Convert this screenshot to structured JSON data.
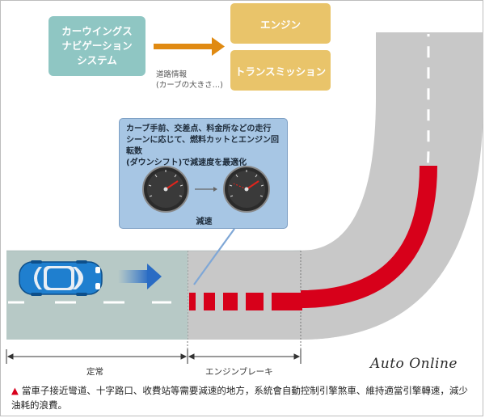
{
  "nav_box": {
    "label": "カーウイングス\nナビゲーション\nシステム"
  },
  "engine_box": {
    "label": "エンジン"
  },
  "transmission_box": {
    "label": "トランスミッション"
  },
  "road_info": {
    "label": "道路情報\n(カーブの大きさ…)"
  },
  "callout": {
    "text": "カーブ手前、交差点、料金所などの走行\nシーンに応じて、燃料カットとエンジン回転数\n(ダウンシフト)で減速度を最適化",
    "decel_label": "減速"
  },
  "zones": {
    "normal": "定常",
    "engine_brake": "エンジンブレーキ"
  },
  "watermark": "Auto Online",
  "caption": {
    "marker": "▲",
    "text": "當車子接近彎道、十字路口、收費站等需要減速的地方，系統會自動控制引擎煞車、維持適當引擎轉速，減少油耗的浪費。"
  },
  "colors": {
    "nav_box": "#8fc6c3",
    "output_box": "#e9c46a",
    "arrow": "#e08a12",
    "callout": "#a7c6e4",
    "road": "#c8c8c8",
    "normal_zone": "#b7c9c6",
    "brake_stripe": "#d7001a",
    "car": "#1f7fcf"
  }
}
